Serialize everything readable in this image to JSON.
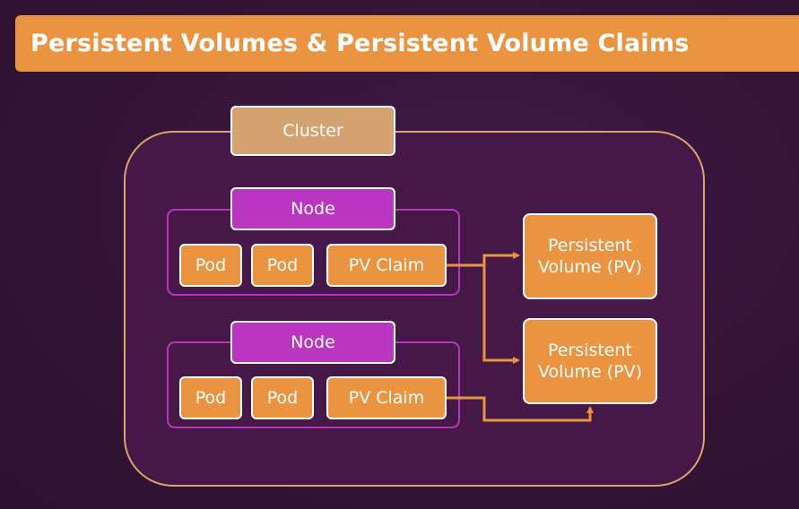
{
  "title": "Persistent Volumes & Persistent Volume Claims",
  "cluster": {
    "label": "Cluster"
  },
  "nodes": [
    {
      "label": "Node",
      "pods": [
        "Pod",
        "Pod"
      ],
      "claim": "PV Claim"
    },
    {
      "label": "Node",
      "pods": [
        "Pod",
        "Pod"
      ],
      "claim": "PV Claim"
    }
  ],
  "volumes": [
    {
      "line1": "Persistent",
      "line2": "Volume (PV)"
    },
    {
      "line1": "Persistent",
      "line2": "Volume (PV)"
    }
  ],
  "colors": {
    "title_bar": "#ea9340",
    "background": "#311333",
    "cluster_fill": "#451847",
    "cluster_border": "#d9a46f",
    "cluster_label": "#d4a271",
    "node": "#ba35c0",
    "pod": "#ea9340",
    "arrow": "#ea9340"
  }
}
